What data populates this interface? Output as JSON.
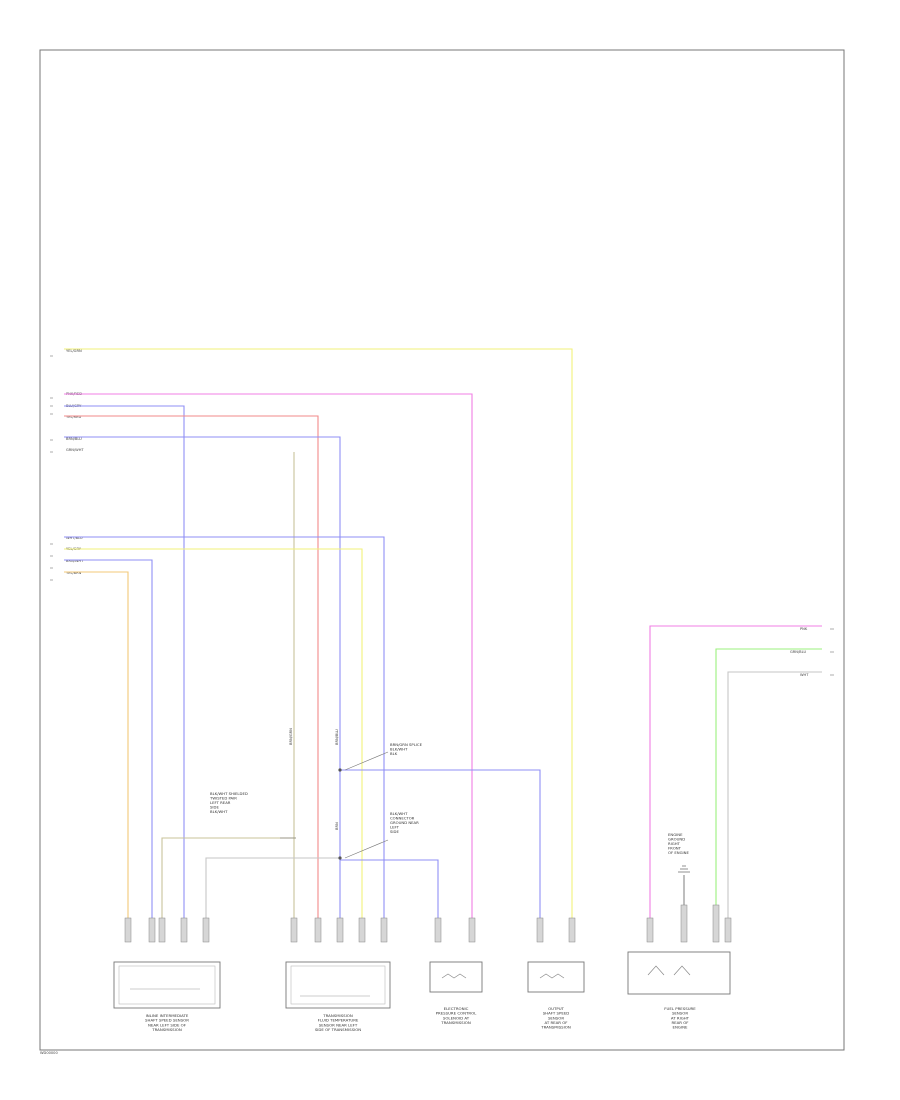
{
  "footer_code": "WD00000",
  "colors": {
    "yellow": "#f2f27a",
    "green": "#9bf07d",
    "pink": "#f07fe4",
    "blue": "#8f8ff5",
    "red": "#f28a8a",
    "tan": "#c8c39a",
    "gray": "#c6c6c6",
    "orange": "#f3c878"
  },
  "left_wires": [
    {
      "label": "YEL/GRN",
      "color": "yellow"
    },
    {
      "label": "PNK/RED",
      "color": "pink"
    },
    {
      "label": "BLU/GRY",
      "color": "blue"
    },
    {
      "label": "YEL/RED",
      "color": "red"
    },
    {
      "label": "BRN/BLU",
      "color": "blue"
    },
    {
      "label": "GRN/WHT",
      "color": "tan"
    },
    {
      "label": "WHT/BLU",
      "color": "blue"
    },
    {
      "label": "YEL/GRY",
      "color": "yellow"
    },
    {
      "label": "BRN/WHT",
      "color": "blue"
    },
    {
      "label": "YEL/BRN",
      "color": "orange"
    }
  ],
  "right_wires": [
    {
      "label": "PNK",
      "color": "pink"
    },
    {
      "label": "GRN/BLU",
      "color": "green"
    },
    {
      "label": "WHT",
      "color": "gray"
    }
  ],
  "notes": {
    "splice_a": "BRN/GRN SPLICE\nBLK/WHT\nBLK",
    "splice_b": "BLK/WHT\nCONNECTOR\nGROUND NEAR\nLEFT\nSIDE",
    "mid_note": "BLK/WHT SHIELDED\nTWISTED PAIR\nLEFT REAR\nSIDE\nBLK/WHT",
    "ground": "ENGINE\nGROUND\nRIGHT\nFRONT\nOF ENGINE"
  },
  "components": [
    {
      "name": "INLINE INTERMEDIATE\nSHAFT SPEED SENSOR\nNEAR LEFT SIDE OF\nTRANSMISSION"
    },
    {
      "name": "TRANSMISSION\nFLUID TEMPERATURE\nSENSOR NEAR LEFT\nSIDE OF TRANSMISSION"
    },
    {
      "name": "ELECTRONIC\nPRESSURE CONTROL\nSOLENOID AT\nTRANSMISSION"
    },
    {
      "name": "OUTPUT\nSHAFT SPEED\nSENSOR\nAT REAR OF\nTRANSMISSION"
    },
    {
      "name": "FUEL PRESSURE\nSENSOR\nAT RIGHT\nREAR OF\nENGINE"
    }
  ]
}
